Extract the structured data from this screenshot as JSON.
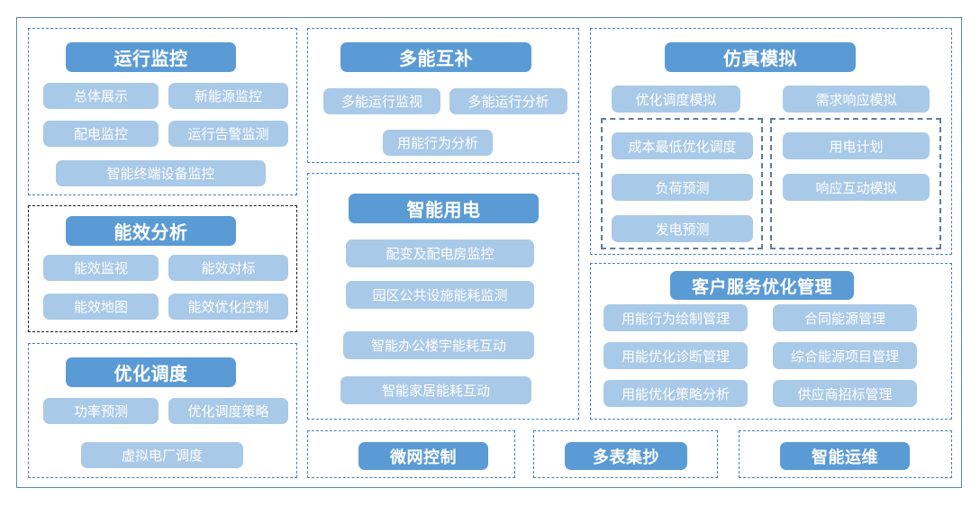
{
  "diagram": {
    "title_colors": {
      "header_pill": "#5b9bd5",
      "item_pill": "#a9c9e8",
      "pill_text": "#ffffff",
      "blue_dashed_border": "#4a7fb5",
      "dark_dashed_border": "#1a1a1a",
      "slate_dashed_border": "#5f7d9e",
      "outer_frame_border": "#5b87ad",
      "background": "#ffffff"
    },
    "groups": {
      "operation_monitoring": {
        "header": "运行监控",
        "items": [
          "总体展示",
          "新能源监控",
          "配电监控",
          "运行告警监测",
          "智能终端设备监控"
        ]
      },
      "energy_efficiency_analysis": {
        "header": "能效分析",
        "items": [
          "能效监视",
          "能效对标",
          "能效地图",
          "能效优化控制"
        ]
      },
      "optimized_dispatch": {
        "header": "优化调度",
        "items": [
          "功率预测",
          "优化调度策略",
          "虚拟电厂调度"
        ]
      },
      "multi_energy_complementary": {
        "header": "多能互补",
        "items": [
          "多能运行监视",
          "多能运行分析",
          "用能行为分析"
        ]
      },
      "smart_electricity": {
        "header": "智能用电",
        "items": [
          "配变及配电房监控",
          "园区公共设施能耗监测",
          "智能办公楼宇能耗互动",
          "智能家居能耗互动"
        ]
      },
      "simulation": {
        "header": "仿真模拟",
        "top_items": [
          "优化调度模拟",
          "需求响应模拟"
        ],
        "sub_left": [
          "成本最低优化调度",
          "负荷预测",
          "发电预测"
        ],
        "sub_right": [
          "用电计划",
          "响应互动模拟"
        ]
      },
      "customer_service_optimization": {
        "header": "客户服务优化管理",
        "col_left": [
          "用能行为绘制管理",
          "用能优化诊断管理",
          "用能优化策略分析"
        ],
        "col_right": [
          "合同能源管理",
          "综合能源项目管理",
          "供应商招标管理"
        ]
      },
      "microgrid_control": {
        "header": "微网控制"
      },
      "multi_meter_reading": {
        "header": "多表集抄"
      },
      "smart_operation_maintenance": {
        "header": "智能运维"
      }
    }
  }
}
